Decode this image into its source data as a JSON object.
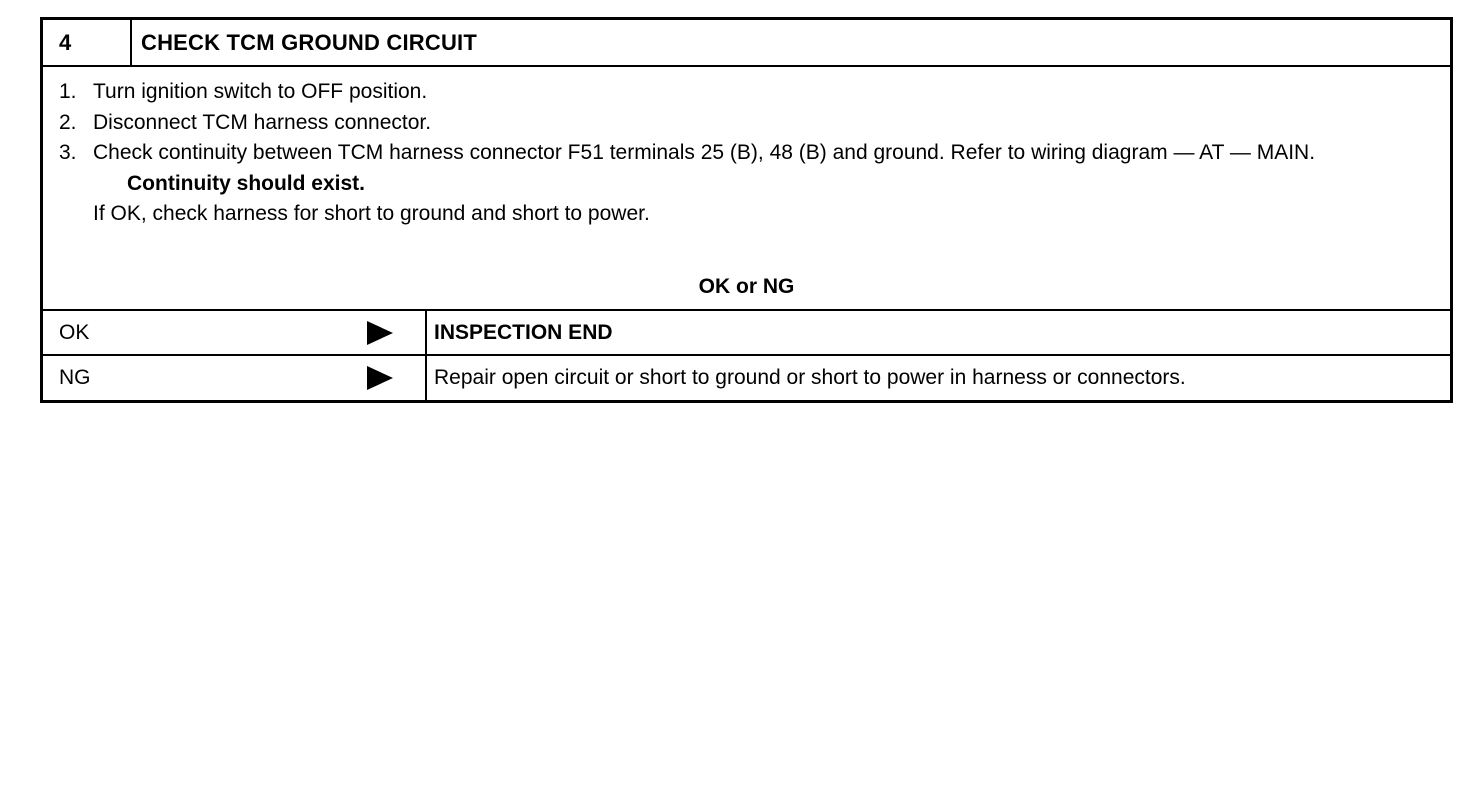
{
  "step": {
    "number": "4",
    "title": "CHECK TCM GROUND CIRCUIT"
  },
  "instructions": [
    {
      "num": "1.",
      "text": "Turn ignition switch to OFF position."
    },
    {
      "num": "2.",
      "text": "Disconnect TCM harness connector."
    },
    {
      "num": "3.",
      "text": "Check continuity between TCM harness connector F51 terminals 25 (B), 48 (B) and ground. Refer to wiring diagram — AT — MAIN."
    }
  ],
  "expected": "Continuity should exist.",
  "note": "If OK, check harness for short to ground and short to power.",
  "decision_label": "OK or NG",
  "results": [
    {
      "code": "OK",
      "action": "INSPECTION END",
      "icon": "arrow-right-icon"
    },
    {
      "code": "NG",
      "action": "Repair open circuit or short to ground or short to power in harness or connectors.",
      "icon": "arrow-right-icon"
    }
  ]
}
